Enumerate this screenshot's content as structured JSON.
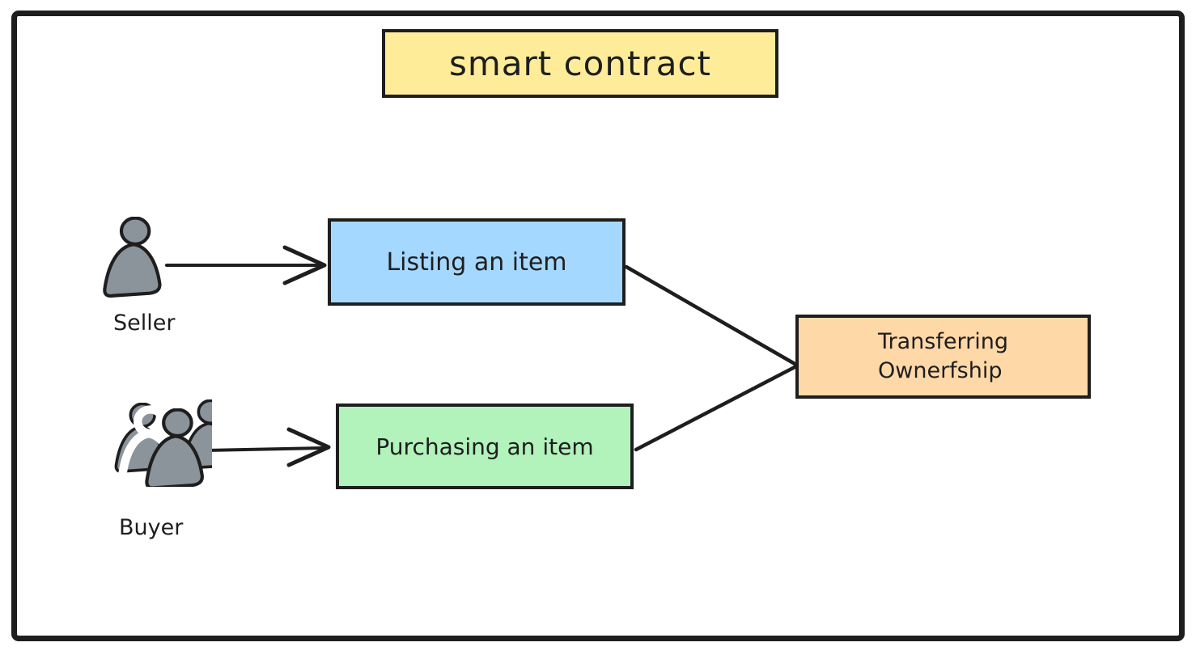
{
  "diagram": {
    "title": "smart contract",
    "actors": [
      {
        "id": "seller",
        "label": "Seller",
        "icon": "person-icon"
      },
      {
        "id": "buyer",
        "label": "Buyer",
        "icon": "people-group-icon"
      }
    ],
    "nodes": [
      {
        "id": "listing",
        "label": "Listing an item",
        "fill": "#a5d8ff"
      },
      {
        "id": "purchasing",
        "label": "Purchasing an item",
        "fill": "#b2f2bb"
      },
      {
        "id": "transfer",
        "label": "Transferring Ownerfship",
        "lines": [
          "Transferring",
          "Ownerfship"
        ],
        "fill": "#ffd8a8"
      }
    ],
    "edges": [
      {
        "from": "Seller",
        "to": "Listing an item",
        "style": "arrow"
      },
      {
        "from": "Buyer",
        "to": "Purchasing an item",
        "style": "arrow"
      },
      {
        "from": "Listing an item",
        "to": "Transferring Ownerfship",
        "style": "line"
      },
      {
        "from": "Purchasing an item",
        "to": "Transferring Ownerfship",
        "style": "line"
      }
    ],
    "colors": {
      "background": "#ffffff",
      "stroke": "#1e1e1e",
      "title_fill": "#ffec99",
      "listing_fill": "#a5d8ff",
      "purchasing_fill": "#b2f2bb",
      "transfer_fill": "#ffd8a8",
      "actor_fill": "#8b939b"
    }
  }
}
